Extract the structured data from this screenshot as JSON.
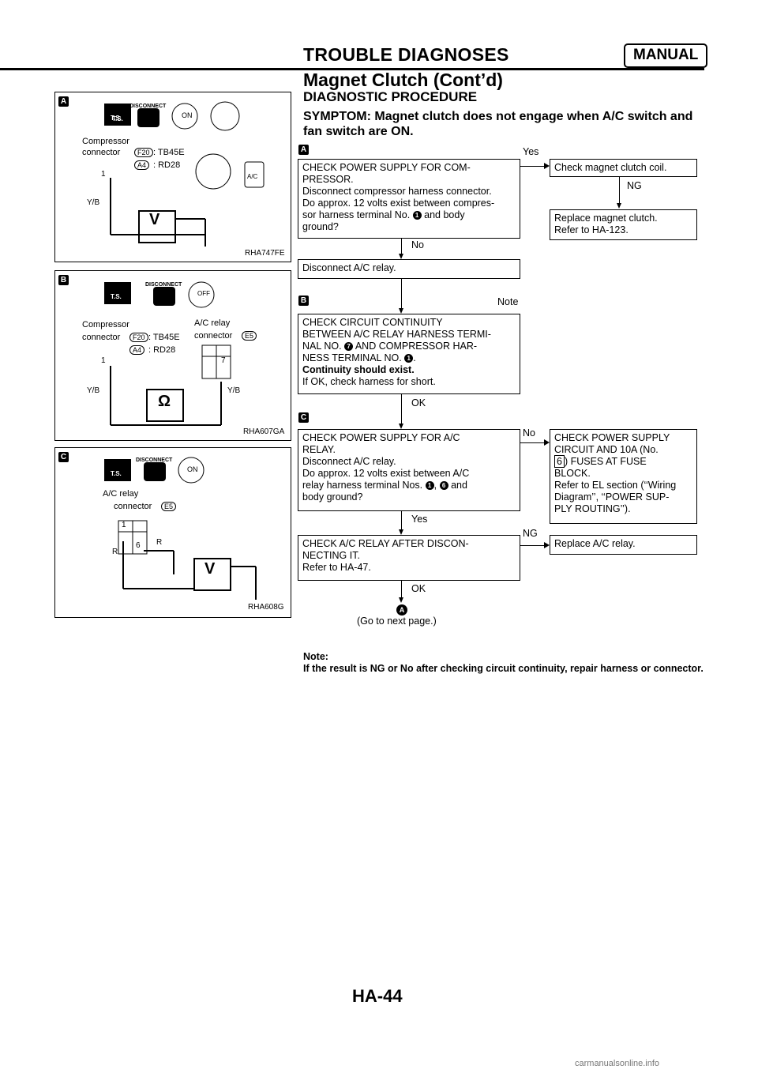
{
  "header": {
    "title": "TROUBLE DIAGNOSES",
    "badge": "MANUAL",
    "subtitle": "Magnet Clutch (Cont’d)"
  },
  "section_title": "DIAGNOSTIC PROCEDURE",
  "symptom": "SYMPTOM: Magnet clutch does not engage when A/C switch and fan switch are ON.",
  "figures": [
    {
      "marker": "A",
      "code": "RHA747FE",
      "labels": {
        "comp": "Compressor",
        "conn": "connector",
        "f20": "F20",
        "tb45e": ": TB45E",
        "a4": "A4",
        "rd28": ": RD28",
        "pin1": "1",
        "wire": "Y/B",
        "meter": "V",
        "disconnect": "DISCONNECT",
        "ts": "T.S.",
        "on": "ON",
        "ac": "A/C"
      }
    },
    {
      "marker": "B",
      "code": "RHA607GA",
      "labels": {
        "comp": "Compressor",
        "conn": "connector",
        "f20": "F20",
        "tb45e": ": TB45E",
        "a4": "A4",
        "rd28": ": RD28",
        "relay": "A/C relay",
        "relayconn": "connector",
        "e5": "E5",
        "pin1": "1",
        "pin7": "7",
        "wire1": "Y/B",
        "wire2": "Y/B",
        "meter": "Ω",
        "disconnect": "DISCONNECT",
        "ts": "T.S.",
        "off": "OFF"
      }
    },
    {
      "marker": "C",
      "code": "RHA608G",
      "labels": {
        "relay": "A/C relay",
        "conn": "connector",
        "e5": "E5",
        "pin1": "1",
        "pin6": "6",
        "wire1": "R",
        "wire2": "R",
        "meter": "V",
        "disconnect": "DISCONNECT",
        "ts": "T.S.",
        "on": "ON"
      }
    }
  ],
  "flow": {
    "step1": {
      "marker": "A",
      "lines": [
        "CHECK POWER SUPPLY FOR COM-",
        "PRESSOR.",
        "Disconnect compressor harness connector.",
        "Do approx. 12 volts exist between compres-",
        "sor harness terminal No.",
        "and body",
        "ground?"
      ],
      "term": "1",
      "yes": "Yes",
      "no": "No"
    },
    "check_coil": "Check magnet clutch coil.",
    "ng1": "NG",
    "replace_clutch": [
      "Replace magnet clutch.",
      "Refer to HA-123."
    ],
    "disconnect_relay": "Disconnect A/C relay.",
    "note_label": "Note",
    "step2": {
      "marker": "B",
      "lines": [
        "CHECK CIRCUIT CONTINUITY",
        "BETWEEN A/C RELAY HARNESS TERMI-",
        "NAL NO.",
        "AND COMPRESSOR HAR-",
        "NESS TERMINAL NO.",
        ".",
        "Continuity should exist.",
        "If OK, check harness for short."
      ],
      "term_a": "7",
      "term_b": "1",
      "ok": "OK"
    },
    "step3": {
      "marker": "C",
      "lines": [
        "CHECK POWER SUPPLY FOR A/C",
        "RELAY.",
        "Disconnect A/C relay.",
        "Do approx. 12 volts exist between A/C",
        "relay harness terminal Nos.",
        ",",
        "and",
        "body ground?"
      ],
      "term_a": "1",
      "term_b": "6",
      "no": "No",
      "yes": "Yes"
    },
    "fuse_box": [
      "CHECK POWER SUPPLY",
      "CIRCUIT AND 10A (No.",
      ") FUSES AT FUSE",
      "BLOCK.",
      "Refer to EL section (‘‘Wiring",
      "Diagram’’, ‘‘POWER SUP-",
      "PLY ROUTING’’)."
    ],
    "fuse_no": "6",
    "step4": {
      "lines": [
        "CHECK A/C RELAY AFTER DISCON-",
        "NECTING IT.",
        "Refer to HA-47."
      ],
      "ng": "NG",
      "ok": "OK"
    },
    "replace_relay": "Replace A/C relay.",
    "go_marker": "A",
    "go_next": "(Go to next page.)"
  },
  "note": {
    "title": "Note:",
    "text": "If the result is NG or No after checking circuit continuity, repair harness or connector."
  },
  "page_number": "HA-44",
  "footer": "carmanualsonline.info"
}
